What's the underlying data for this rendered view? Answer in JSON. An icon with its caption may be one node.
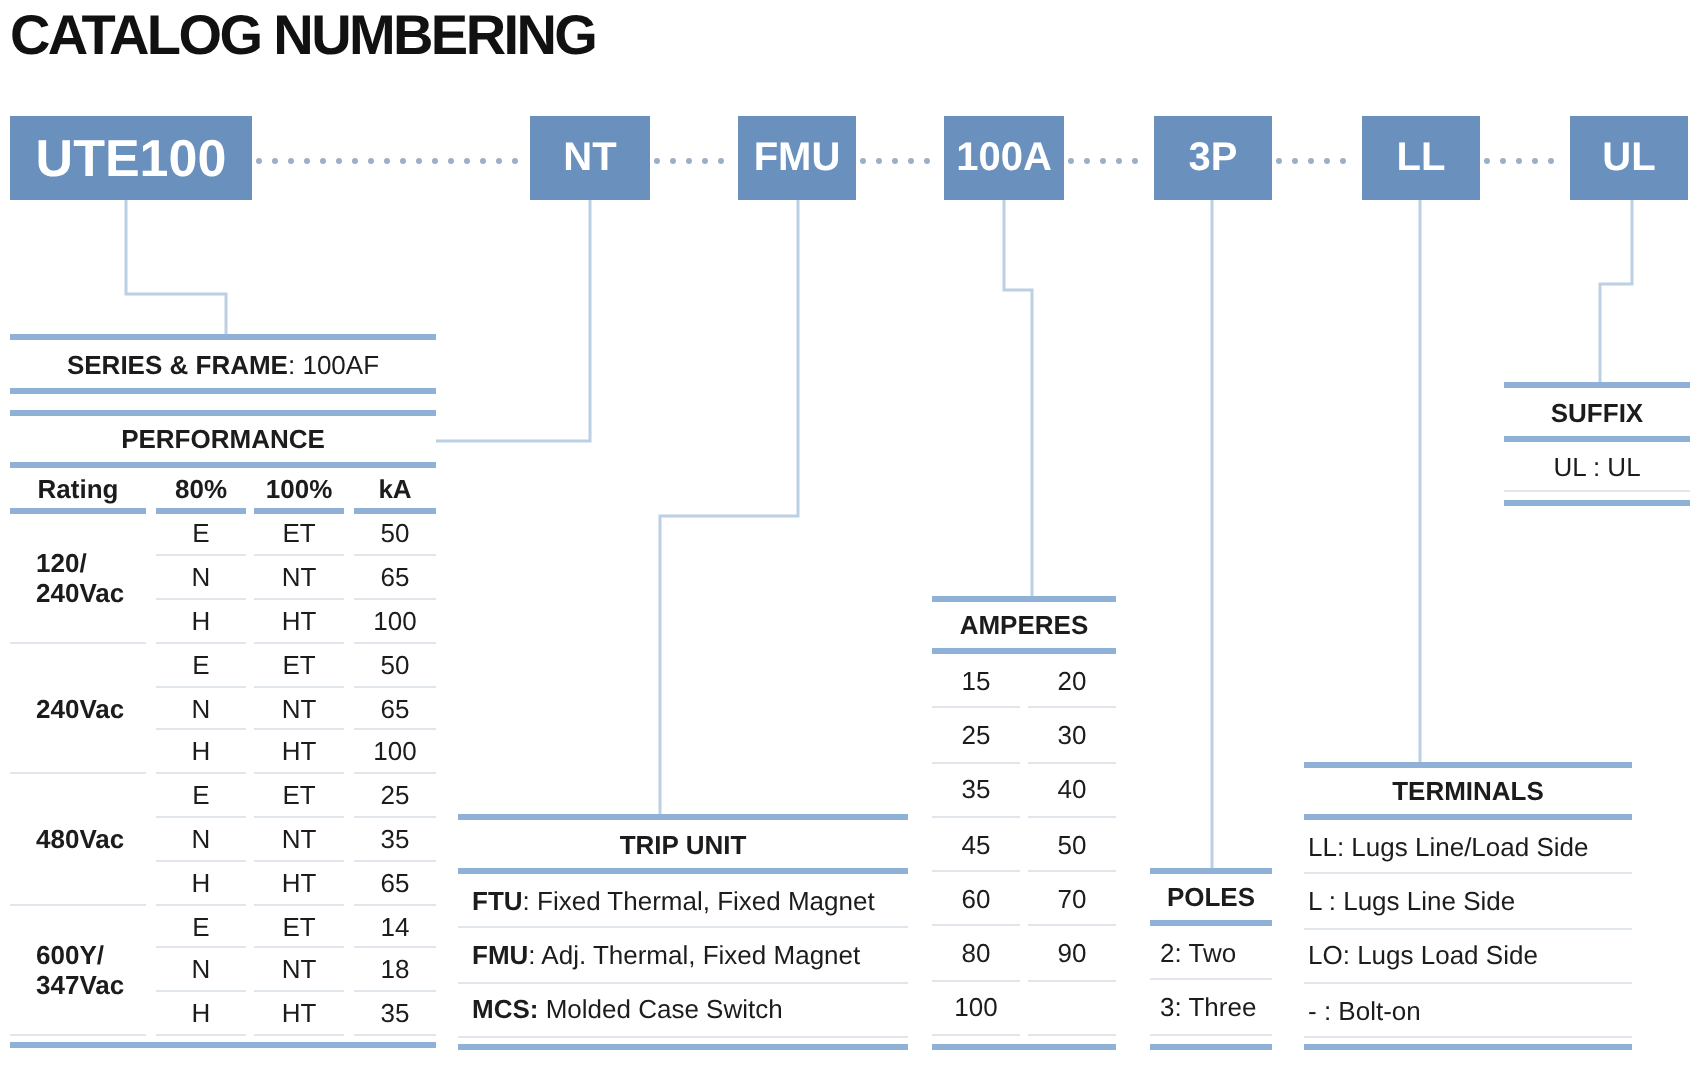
{
  "diagram": {
    "title": "CATALOG NUMBERING",
    "nodes": [
      {
        "text": [
          "UTE100"
        ]
      },
      {
        "text": [
          "NT"
        ]
      },
      {
        "text": [
          "FMU"
        ]
      },
      {
        "text": [
          "100A"
        ]
      },
      {
        "text": [
          "3P"
        ]
      },
      {
        "text": [
          "LL"
        ]
      },
      {
        "text": [
          "UL"
        ]
      },
      {
        "text": [
          "**SERIES & FRAME**: 100AF"
        ]
      },
      {
        "text": [
          "PERFORMANCE",
          "Rating",
          "80%",
          "100%",
          "kA",
          "120/ 240Vac",
          "E",
          "ET",
          "50",
          "N",
          "NT",
          "65",
          "H",
          "HT",
          "100",
          "240Vac",
          "E",
          "ET",
          "50",
          "N",
          "NT",
          "65",
          "H",
          "HT",
          "100",
          "480Vac",
          "E",
          "ET",
          "25",
          "N",
          "NT",
          "35",
          "H",
          "HT",
          "65",
          "600Y/ 347Vac",
          "E",
          "ET",
          "14",
          "N",
          "NT",
          "18",
          "H",
          "HT",
          "35"
        ]
      },
      {
        "text": [
          "TRIP UNIT",
          "**FTU**: Fixed Thermal, Fixed Magnet",
          "**FMU**: Adj. Thermal, Fixed Magnet",
          "**MCS:** Molded Case Switch"
        ]
      },
      {
        "text": [
          "AMPERES",
          "15",
          "20",
          "25",
          "30",
          "35",
          "40",
          "45",
          "50",
          "60",
          "70",
          "80",
          "90",
          "100"
        ]
      },
      {
        "text": [
          "POLES",
          "2: Two",
          "3: Three"
        ]
      },
      {
        "text": [
          "TERMINALS",
          "LL: Lugs Line/Load Side",
          "L : Lugs Line Side",
          "LO: Lugs Load Side",
          "- : Bolt-on"
        ]
      },
      {
        "text": [
          "SUFFIX",
          "UL : UL"
        ]
      }
    ],
    "edges": [
      {
        "from": 0,
        "to": 1,
        "arrow": "none",
        "style": "dashed",
        "color": "#9ab0c8"
      },
      {
        "from": 1,
        "to": 2,
        "arrow": "none",
        "style": "dashed",
        "color": "#9ab0c8"
      },
      {
        "from": 2,
        "to": 3,
        "arrow": "none",
        "style": "dashed",
        "color": "#9ab0c8"
      },
      {
        "from": 3,
        "to": 4,
        "arrow": "none",
        "style": "dashed",
        "color": "#9ab0c8"
      },
      {
        "from": 4,
        "to": 5,
        "arrow": "none",
        "style": "dashed",
        "color": "#9ab0c8"
      },
      {
        "from": 5,
        "to": 6,
        "arrow": "none",
        "style": "dashed",
        "color": "#9ab0c8"
      },
      {
        "from": 0,
        "to": 7,
        "arrow": "none"
      },
      {
        "from": 1,
        "to": 8,
        "arrow": "none"
      },
      {
        "from": 2,
        "to": 9,
        "arrow": "none"
      },
      {
        "from": 3,
        "to": 10,
        "arrow": "none"
      },
      {
        "from": 4,
        "to": 11,
        "arrow": "none"
      },
      {
        "from": 5,
        "to": 12,
        "arrow": "none"
      },
      {
        "from": 6,
        "to": 13,
        "arrow": "none"
      }
    ]
  }
}
